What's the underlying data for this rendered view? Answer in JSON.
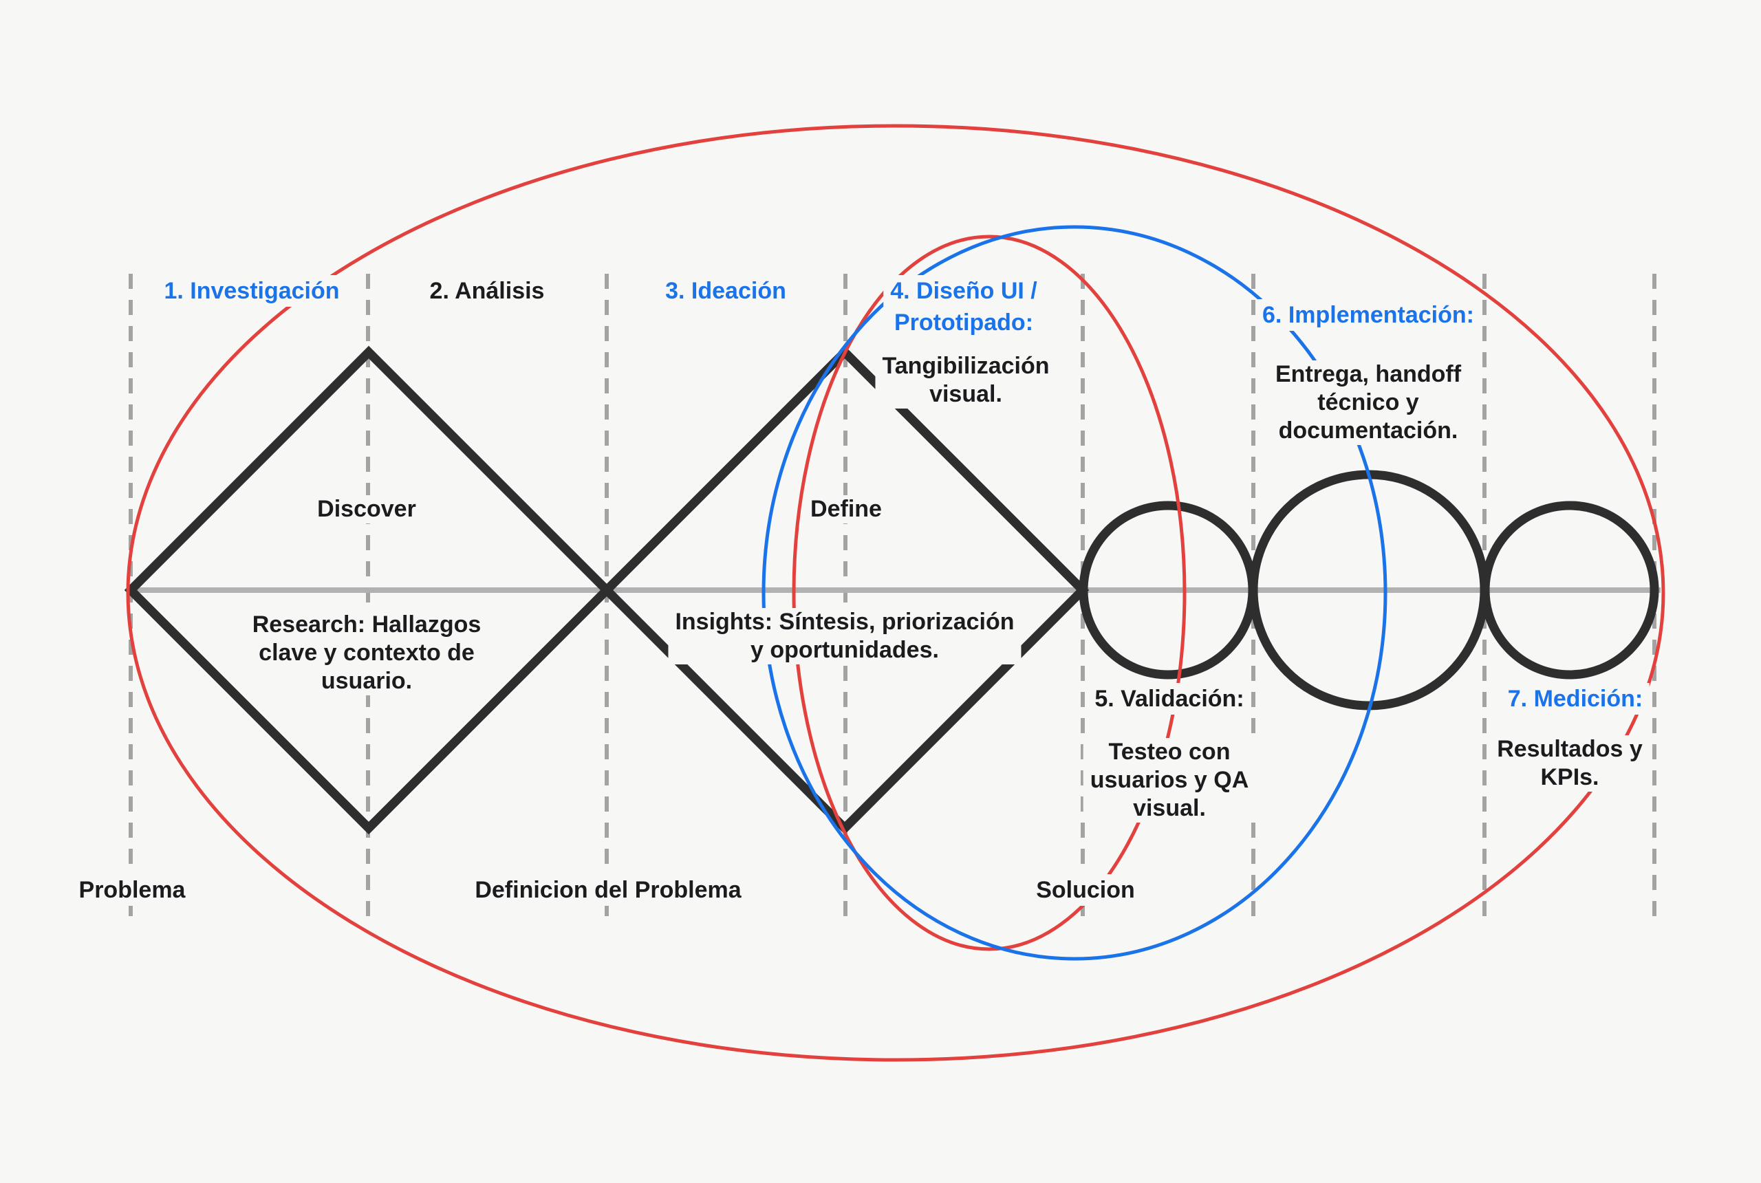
{
  "colors": {
    "background": "#f7f7f6",
    "accent_blue": "#1a73e8",
    "accent_red": "#e2413d",
    "ink": "#1c1c1e",
    "shape_dark": "#2e2e2e",
    "axis_gray": "#b1b1b1",
    "dash_gray": "#a3a3a3"
  },
  "labels": {
    "investigacion": "1. Investigación",
    "analisis": "2. Análisis",
    "ideacion": "3. Ideación",
    "diseno_ui": "4. Diseño UI /\nPrototipado:",
    "implementacion": "6. Implementación:",
    "validacion": "5. Validación:",
    "medicion": "7. Medición:"
  },
  "annotations": {
    "tangibilizacion": "Tangibilización\nvisual.",
    "entrega": "Entrega, handoff\ntécnico y\ndocumentación.",
    "discover": "Discover",
    "define": "Define",
    "research": "Research: Hallazgos\nclave y contexto de\nusuario.",
    "insights": "Insights: Síntesis, priorización\ny oportunidades.",
    "testeo": "Testeo con\nusuarios y QA\nvisual.",
    "resultados": "Resultados y\nKPIs."
  },
  "milestones": {
    "problema": "Problema",
    "definicion": "Definicion del Problema",
    "solucion": "Solucion"
  }
}
